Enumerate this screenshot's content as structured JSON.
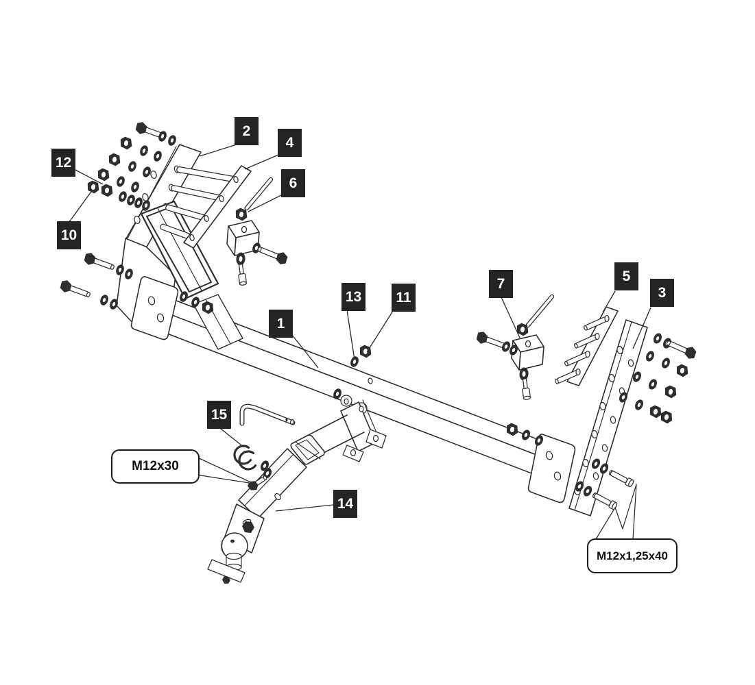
{
  "colors": {
    "background": "#ffffff",
    "line_art": "#2e2e2e",
    "callout_box_bg": "#242424",
    "callout_box_text": "#ffffff",
    "spec_box_border": "#1a1a1a",
    "spec_box_text": "#111111"
  },
  "callouts": [
    {
      "number": "1"
    },
    {
      "number": "2"
    },
    {
      "number": "3"
    },
    {
      "number": "4"
    },
    {
      "number": "5"
    },
    {
      "number": "6"
    },
    {
      "number": "7"
    },
    {
      "number": "10"
    },
    {
      "number": "11"
    },
    {
      "number": "12"
    },
    {
      "number": "13"
    },
    {
      "number": "14"
    },
    {
      "number": "15"
    }
  ],
  "spec_labels": [
    {
      "text": "M12x30"
    },
    {
      "text": "M12x1,25x40"
    }
  ]
}
